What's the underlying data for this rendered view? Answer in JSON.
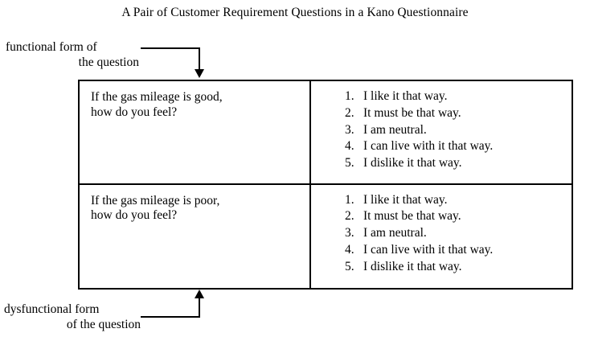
{
  "title": "A Pair of Customer Requirement Questions in a Kano Questionnaire",
  "labels": {
    "functional": {
      "line1": "functional form of",
      "line2": "the question"
    },
    "dysfunctional": {
      "line1": "dysfunctional form",
      "line2": "of the question"
    }
  },
  "table": {
    "rows": [
      {
        "question_line1": "If the gas mileage is good,",
        "question_line2": "how do you feel?",
        "answers": [
          {
            "num": "1.",
            "text": "I like it that way."
          },
          {
            "num": "2.",
            "text": "It must be that way."
          },
          {
            "num": "3.",
            "text": "I am neutral."
          },
          {
            "num": "4.",
            "text": "I can live with it that way."
          },
          {
            "num": "5.",
            "text": "I dislike it that way."
          }
        ]
      },
      {
        "question_line1": "If the gas mileage is poor,",
        "question_line2": "how do you feel?",
        "answers": [
          {
            "num": "1.",
            "text": "I like it that way."
          },
          {
            "num": "2.",
            "text": "It must be that way."
          },
          {
            "num": "3.",
            "text": "I am neutral."
          },
          {
            "num": "4.",
            "text": "I can live with it that way."
          },
          {
            "num": "5.",
            "text": "I dislike it that way."
          }
        ]
      }
    ]
  },
  "colors": {
    "ink": "#000000",
    "background": "#ffffff"
  }
}
